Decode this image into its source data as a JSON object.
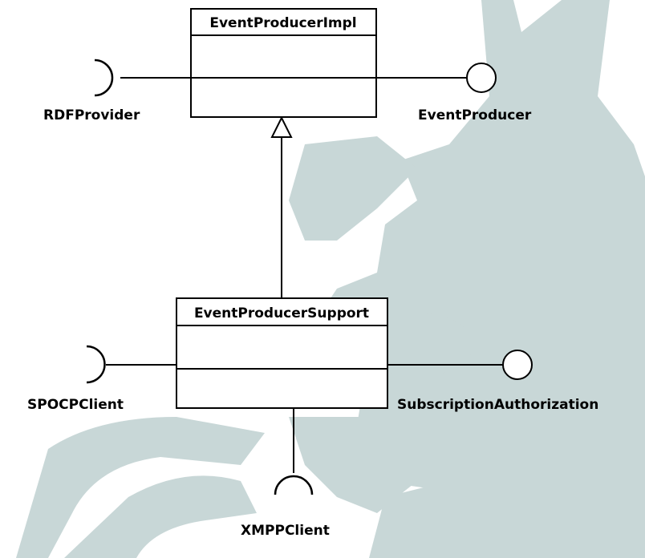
{
  "diagram": {
    "watermark": {
      "color": "#c8d7d7"
    },
    "classes": [
      {
        "key": "impl",
        "name": "EventProducerImpl"
      },
      {
        "key": "support",
        "name": "EventProducerSupport"
      }
    ],
    "interfaces": [
      {
        "key": "rdf",
        "name": "RDFProvider",
        "kind": "required"
      },
      {
        "key": "eventproducer",
        "name": "EventProducer",
        "kind": "provided"
      },
      {
        "key": "spocp",
        "name": "SPOCPClient",
        "kind": "required"
      },
      {
        "key": "subauth",
        "name": "SubscriptionAuthorization",
        "kind": "provided"
      },
      {
        "key": "xmpp",
        "name": "XMPPClient",
        "kind": "required"
      }
    ],
    "relations": [
      {
        "from": "support",
        "to": "impl",
        "type": "generalization"
      }
    ]
  }
}
